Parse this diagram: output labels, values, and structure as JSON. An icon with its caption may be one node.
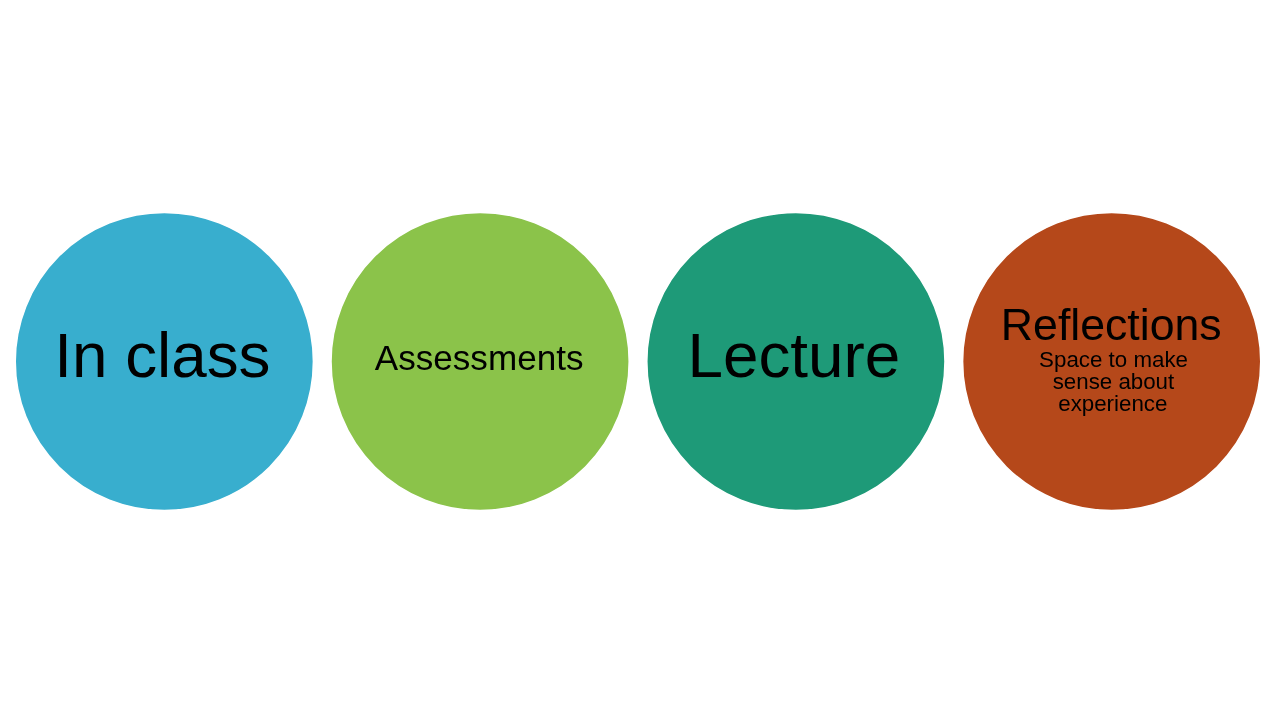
{
  "diagram": {
    "nodes": [
      {
        "text": [
          "In class"
        ]
      },
      {
        "text": [
          "Assessments"
        ]
      },
      {
        "text": [
          "Lecture"
        ]
      },
      {
        "text": [
          "Reflections",
          "Space to make sense about experience"
        ]
      }
    ]
  }
}
